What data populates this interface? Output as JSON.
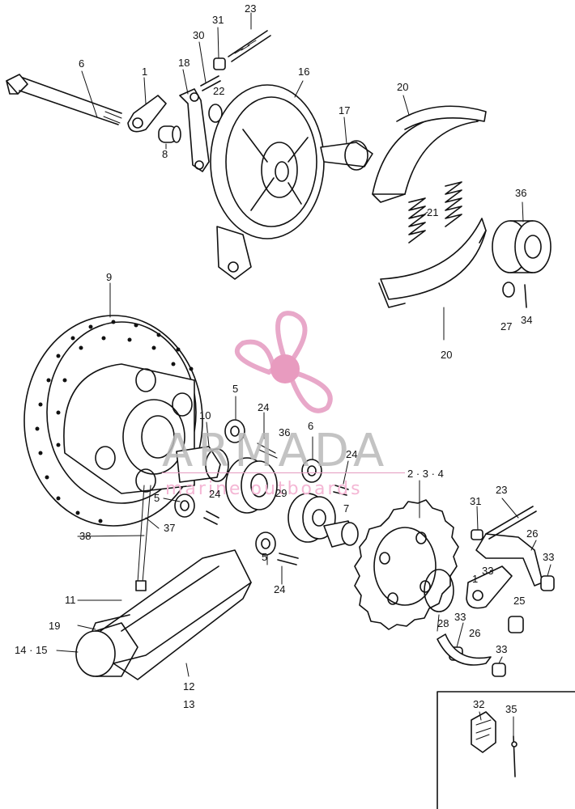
{
  "watermark": {
    "title": "ARMADA",
    "subtitle": "marine outboards",
    "colors": {
      "logo": "#e59ac0",
      "logo_center": "#e48ab5",
      "title": "#b9b9b9"
    }
  },
  "labels": [
    {
      "id": "l23a",
      "text": "23"
    },
    {
      "id": "l31a",
      "text": "31"
    },
    {
      "id": "l30",
      "text": "30"
    },
    {
      "id": "l6",
      "text": "6"
    },
    {
      "id": "l1a",
      "text": "1"
    },
    {
      "id": "l18",
      "text": "18"
    },
    {
      "id": "l16",
      "text": "16"
    },
    {
      "id": "l22",
      "text": "22"
    },
    {
      "id": "l20a",
      "text": "20"
    },
    {
      "id": "l17",
      "text": "17"
    },
    {
      "id": "l8",
      "text": "8"
    },
    {
      "id": "l36a",
      "text": "36"
    },
    {
      "id": "l21",
      "text": "21"
    },
    {
      "id": "l27",
      "text": "27"
    },
    {
      "id": "l34",
      "text": "34"
    },
    {
      "id": "l20b",
      "text": "20"
    },
    {
      "id": "l9",
      "text": "9"
    },
    {
      "id": "l5a",
      "text": "5"
    },
    {
      "id": "l24a",
      "text": "24"
    },
    {
      "id": "l36b",
      "text": "36"
    },
    {
      "id": "l10",
      "text": "10"
    },
    {
      "id": "l6b",
      "text": "6"
    },
    {
      "id": "l24b",
      "text": "24"
    },
    {
      "id": "l2_3_4",
      "text": "2 · 3 · 4"
    },
    {
      "id": "l5b",
      "text": "5"
    },
    {
      "id": "l24c",
      "text": "24"
    },
    {
      "id": "l29",
      "text": "29"
    },
    {
      "id": "l7",
      "text": "7"
    },
    {
      "id": "l31b",
      "text": "31"
    },
    {
      "id": "l23b",
      "text": "23"
    },
    {
      "id": "l38",
      "text": "38"
    },
    {
      "id": "l37",
      "text": "37"
    },
    {
      "id": "l5c",
      "text": "5"
    },
    {
      "id": "l26a",
      "text": "26"
    },
    {
      "id": "l33a",
      "text": "33"
    },
    {
      "id": "l33b",
      "text": "33"
    },
    {
      "id": "l1b",
      "text": "1"
    },
    {
      "id": "l24d",
      "text": "24"
    },
    {
      "id": "l25",
      "text": "25"
    },
    {
      "id": "l11",
      "text": "11"
    },
    {
      "id": "l28",
      "text": "28"
    },
    {
      "id": "l33c",
      "text": "33"
    },
    {
      "id": "l19",
      "text": "19"
    },
    {
      "id": "l26b",
      "text": "26"
    },
    {
      "id": "l14_15",
      "text": "14 · 15"
    },
    {
      "id": "l33d",
      "text": "33"
    },
    {
      "id": "l12",
      "text": "12"
    },
    {
      "id": "l13",
      "text": "13"
    },
    {
      "id": "l32",
      "text": "32"
    },
    {
      "id": "l35",
      "text": "35"
    }
  ]
}
